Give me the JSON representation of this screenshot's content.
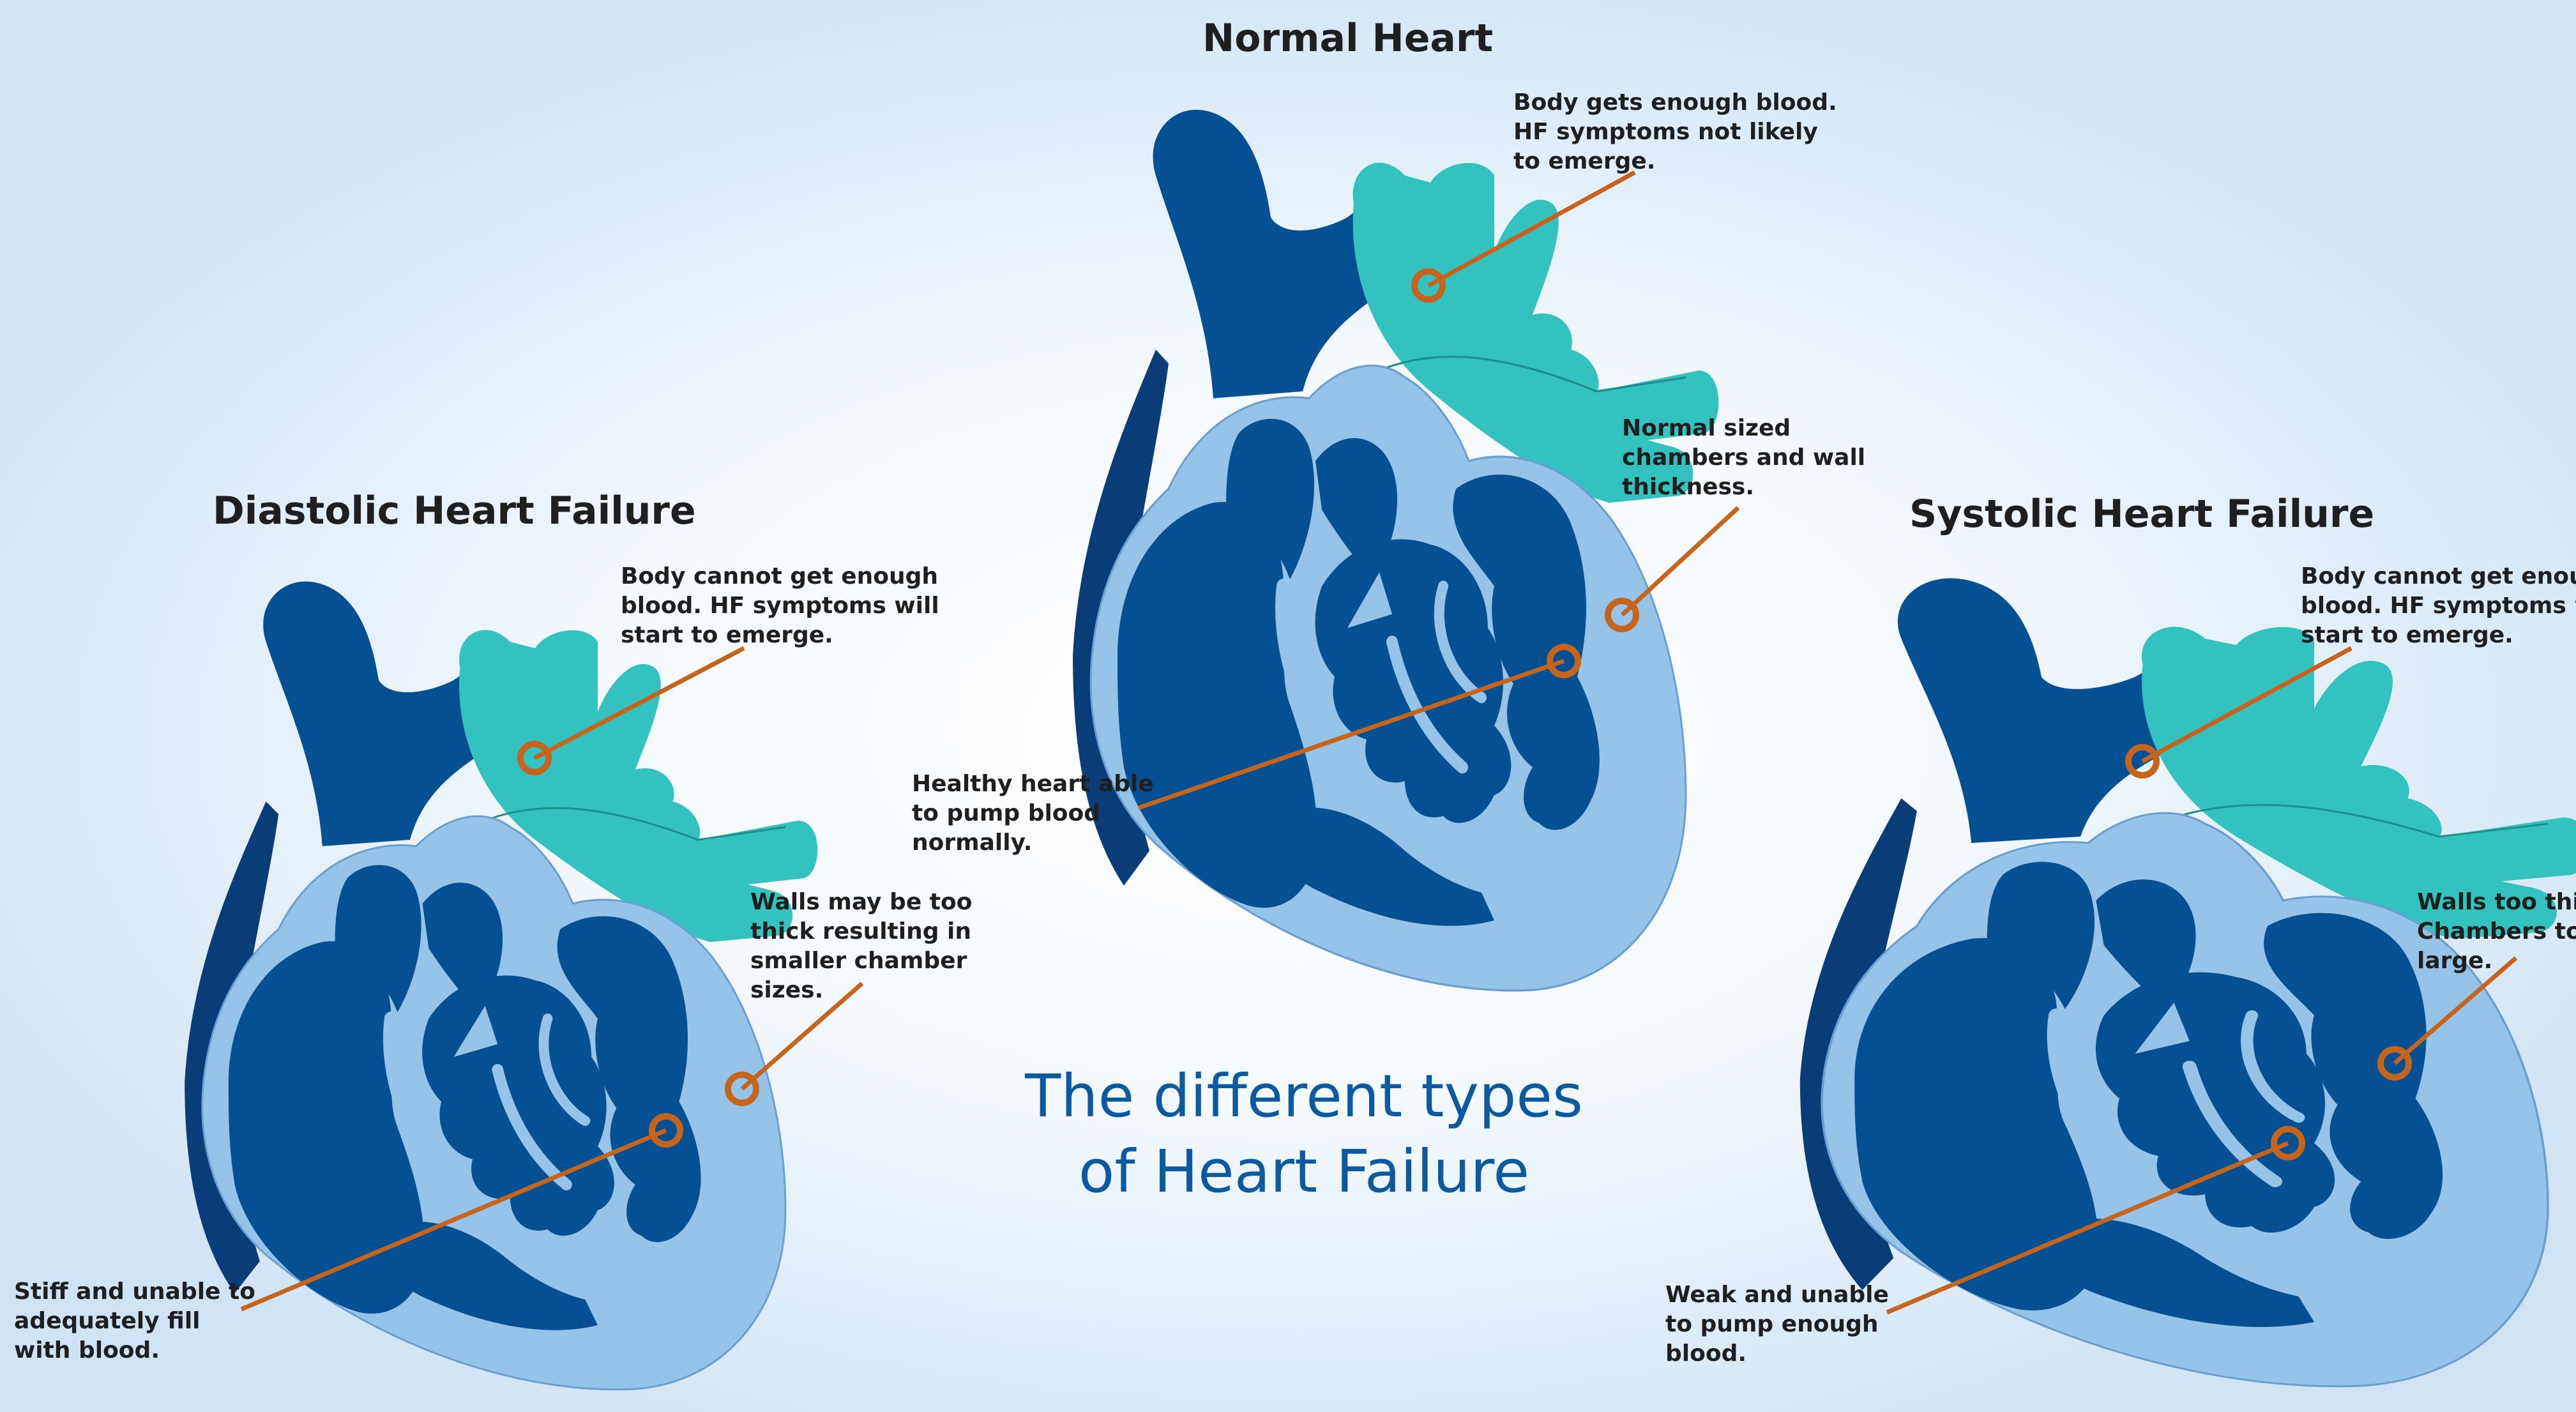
{
  "main_title": {
    "line1": "The different types",
    "line2": "of Heart Failure"
  },
  "colors": {
    "dark_heart": "#054f93",
    "light_heart": "#96c4e9",
    "vessel_teal": "#34c2c0",
    "callout": "#c5651d",
    "title_blue": "#0b5aa0"
  },
  "hearts": {
    "normal": {
      "title": "Normal Heart",
      "note_top": [
        "Body gets enough blood.",
        "HF symptoms not likely",
        "to emerge."
      ],
      "note_right": [
        "Normal sized",
        "chambers and wall",
        "thickness."
      ],
      "note_left": [
        "Healthy heart able",
        "to pump blood",
        "normally."
      ]
    },
    "diastolic": {
      "title": "Diastolic Heart Failure",
      "note_top": [
        "Body cannot get enough",
        "blood. HF symptoms will",
        "start to emerge."
      ],
      "note_right": [
        "Walls may be too",
        "thick resulting in",
        "smaller chamber",
        "sizes."
      ],
      "note_left": [
        "Stiff and unable to",
        "adequately fill",
        "with blood."
      ]
    },
    "systolic": {
      "title": "Systolic Heart Failure",
      "note_top": [
        "Body cannot get enough",
        "blood. HF symptoms will",
        "start to emerge."
      ],
      "note_right": [
        "Walls too thin.",
        "Chambers too",
        "large."
      ],
      "note_left": [
        "Weak and unable",
        "to pump enough",
        "blood."
      ]
    }
  }
}
